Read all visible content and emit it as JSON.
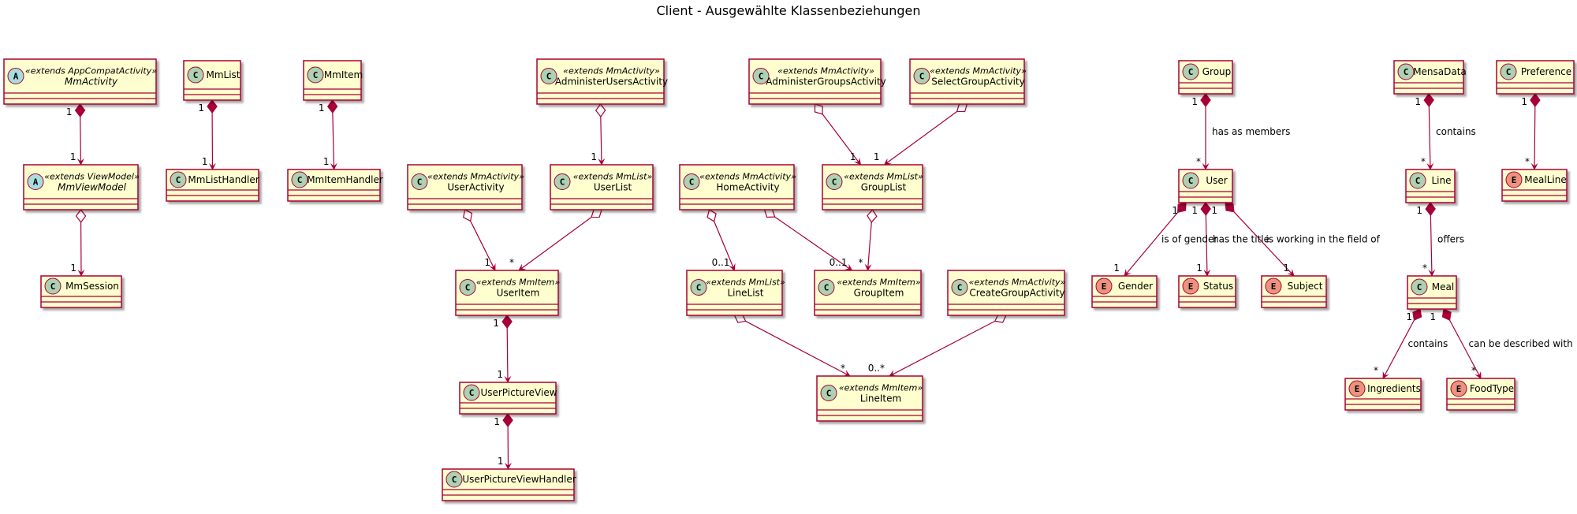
{
  "title": "Client - Ausgewählte Klassenbeziehungen",
  "colors": {
    "box_fill": "#FEFECE",
    "border": "#A80036",
    "class_badge": "#ADD1B2",
    "abstract_badge": "#A9DCDF",
    "enum_badge": "#EB937F"
  },
  "classes": [
    {
      "id": "MmActivity",
      "kind": "abstract",
      "name": "MmActivity",
      "stereotype": "«extends AppCompatActivity»"
    },
    {
      "id": "MmViewModel",
      "kind": "abstract",
      "name": "MmViewModel",
      "stereotype": "«extends ViewModel»"
    },
    {
      "id": "MmSession",
      "kind": "class",
      "name": "MmSession",
      "stereotype": ""
    },
    {
      "id": "MmList",
      "kind": "class",
      "name": "MmList",
      "stereotype": ""
    },
    {
      "id": "MmListHandler",
      "kind": "class",
      "name": "MmListHandler",
      "stereotype": ""
    },
    {
      "id": "MmItem",
      "kind": "class",
      "name": "MmItem",
      "stereotype": ""
    },
    {
      "id": "MmItemHandler",
      "kind": "class",
      "name": "MmItemHandler",
      "stereotype": ""
    },
    {
      "id": "AdministerUsersActivity",
      "kind": "class",
      "name": "AdministerUsersActivity",
      "stereotype": "«extends MmActivity»"
    },
    {
      "id": "UserActivity",
      "kind": "class",
      "name": "UserActivity",
      "stereotype": "«extends MmActivity»"
    },
    {
      "id": "UserList",
      "kind": "class",
      "name": "UserList",
      "stereotype": "«extends MmList»"
    },
    {
      "id": "UserItem",
      "kind": "class",
      "name": "UserItem",
      "stereotype": "«extends MmItem»"
    },
    {
      "id": "UserPictureView",
      "kind": "class",
      "name": "UserPictureView",
      "stereotype": ""
    },
    {
      "id": "UserPictureViewHandler",
      "kind": "class",
      "name": "UserPictureViewHandler",
      "stereotype": ""
    },
    {
      "id": "AdministerGroupsActivity",
      "kind": "class",
      "name": "AdministerGroupsActivity",
      "stereotype": "«extends MmActivity»"
    },
    {
      "id": "SelectGroupActivity",
      "kind": "class",
      "name": "SelectGroupActivity",
      "stereotype": "«extends MmActivity»"
    },
    {
      "id": "HomeActivity",
      "kind": "class",
      "name": "HomeActivity",
      "stereotype": "«extends MmActivity»"
    },
    {
      "id": "GroupList",
      "kind": "class",
      "name": "GroupList",
      "stereotype": "«extends MmList»"
    },
    {
      "id": "LineList",
      "kind": "class",
      "name": "LineList",
      "stereotype": "«extends MmList»"
    },
    {
      "id": "GroupItem",
      "kind": "class",
      "name": "GroupItem",
      "stereotype": "«extends MmItem»"
    },
    {
      "id": "CreateGroupActivity",
      "kind": "class",
      "name": "CreateGroupActivity",
      "stereotype": "«extends MmActivity»"
    },
    {
      "id": "LineItem",
      "kind": "class",
      "name": "LineItem",
      "stereotype": "«extends MmItem»"
    },
    {
      "id": "Group",
      "kind": "class",
      "name": "Group",
      "stereotype": ""
    },
    {
      "id": "User",
      "kind": "class",
      "name": "User",
      "stereotype": ""
    },
    {
      "id": "Gender",
      "kind": "enum",
      "name": "Gender",
      "stereotype": ""
    },
    {
      "id": "Status",
      "kind": "enum",
      "name": "Status",
      "stereotype": ""
    },
    {
      "id": "Subject",
      "kind": "enum",
      "name": "Subject",
      "stereotype": ""
    },
    {
      "id": "MensaData",
      "kind": "class",
      "name": "MensaData",
      "stereotype": ""
    },
    {
      "id": "Line",
      "kind": "class",
      "name": "Line",
      "stereotype": ""
    },
    {
      "id": "Meal",
      "kind": "class",
      "name": "Meal",
      "stereotype": ""
    },
    {
      "id": "Ingredients",
      "kind": "enum",
      "name": "Ingredients",
      "stereotype": ""
    },
    {
      "id": "FoodType",
      "kind": "enum",
      "name": "FoodType",
      "stereotype": ""
    },
    {
      "id": "Preference",
      "kind": "class",
      "name": "Preference",
      "stereotype": ""
    },
    {
      "id": "MealLine",
      "kind": "enum",
      "name": "MealLine",
      "stereotype": ""
    }
  ],
  "relations": [
    {
      "from": "MmActivity",
      "to": "MmViewModel",
      "type": "composition",
      "from_mult": "1",
      "to_mult": "1",
      "label": ""
    },
    {
      "from": "MmViewModel",
      "to": "MmSession",
      "type": "aggregation",
      "from_mult": "",
      "to_mult": "1",
      "label": ""
    },
    {
      "from": "MmList",
      "to": "MmListHandler",
      "type": "composition",
      "from_mult": "1",
      "to_mult": "1",
      "label": ""
    },
    {
      "from": "MmItem",
      "to": "MmItemHandler",
      "type": "composition",
      "from_mult": "1",
      "to_mult": "1",
      "label": ""
    },
    {
      "from": "AdministerUsersActivity",
      "to": "UserList",
      "type": "aggregation",
      "from_mult": "",
      "to_mult": "1",
      "label": ""
    },
    {
      "from": "UserActivity",
      "to": "UserItem",
      "type": "aggregation",
      "from_mult": "",
      "to_mult": "1",
      "label": ""
    },
    {
      "from": "UserList",
      "to": "UserItem",
      "type": "aggregation",
      "from_mult": "",
      "to_mult": "*",
      "label": ""
    },
    {
      "from": "UserItem",
      "to": "UserPictureView",
      "type": "composition",
      "from_mult": "1",
      "to_mult": "1",
      "label": ""
    },
    {
      "from": "UserPictureView",
      "to": "UserPictureViewHandler",
      "type": "composition",
      "from_mult": "1",
      "to_mult": "1",
      "label": ""
    },
    {
      "from": "AdministerGroupsActivity",
      "to": "GroupList",
      "type": "aggregation",
      "from_mult": "",
      "to_mult": "1",
      "label": ""
    },
    {
      "from": "SelectGroupActivity",
      "to": "GroupList",
      "type": "aggregation",
      "from_mult": "",
      "to_mult": "1",
      "label": ""
    },
    {
      "from": "HomeActivity",
      "to": "LineList",
      "type": "aggregation",
      "from_mult": "",
      "to_mult": "0..1",
      "label": ""
    },
    {
      "from": "HomeActivity",
      "to": "GroupItem",
      "type": "aggregation",
      "from_mult": "",
      "to_mult": "0..1",
      "label": ""
    },
    {
      "from": "GroupList",
      "to": "GroupItem",
      "type": "aggregation",
      "from_mult": "",
      "to_mult": "*",
      "label": ""
    },
    {
      "from": "LineList",
      "to": "LineItem",
      "type": "aggregation",
      "from_mult": "",
      "to_mult": "*",
      "label": ""
    },
    {
      "from": "CreateGroupActivity",
      "to": "LineItem",
      "type": "aggregation",
      "from_mult": "",
      "to_mult": "0..*",
      "label": ""
    },
    {
      "from": "Group",
      "to": "User",
      "type": "composition",
      "from_mult": "1",
      "to_mult": "*",
      "label": "has as members"
    },
    {
      "from": "User",
      "to": "Gender",
      "type": "composition",
      "from_mult": "1",
      "to_mult": "1",
      "label": "is of gender"
    },
    {
      "from": "User",
      "to": "Status",
      "type": "composition",
      "from_mult": "1",
      "to_mult": "1",
      "label": "has the title"
    },
    {
      "from": "User",
      "to": "Subject",
      "type": "composition",
      "from_mult": "1",
      "to_mult": "1",
      "label": "is working in the field of"
    },
    {
      "from": "MensaData",
      "to": "Line",
      "type": "composition",
      "from_mult": "1",
      "to_mult": "*",
      "label": "contains"
    },
    {
      "from": "Line",
      "to": "Meal",
      "type": "composition",
      "from_mult": "1",
      "to_mult": "*",
      "label": "offers"
    },
    {
      "from": "Meal",
      "to": "Ingredients",
      "type": "composition",
      "from_mult": "1",
      "to_mult": "*",
      "label": "contains"
    },
    {
      "from": "Meal",
      "to": "FoodType",
      "type": "composition",
      "from_mult": "1",
      "to_mult": "*",
      "label": "can be described with"
    },
    {
      "from": "Preference",
      "to": "MealLine",
      "type": "composition",
      "from_mult": "1",
      "to_mult": "*",
      "label": ""
    }
  ]
}
